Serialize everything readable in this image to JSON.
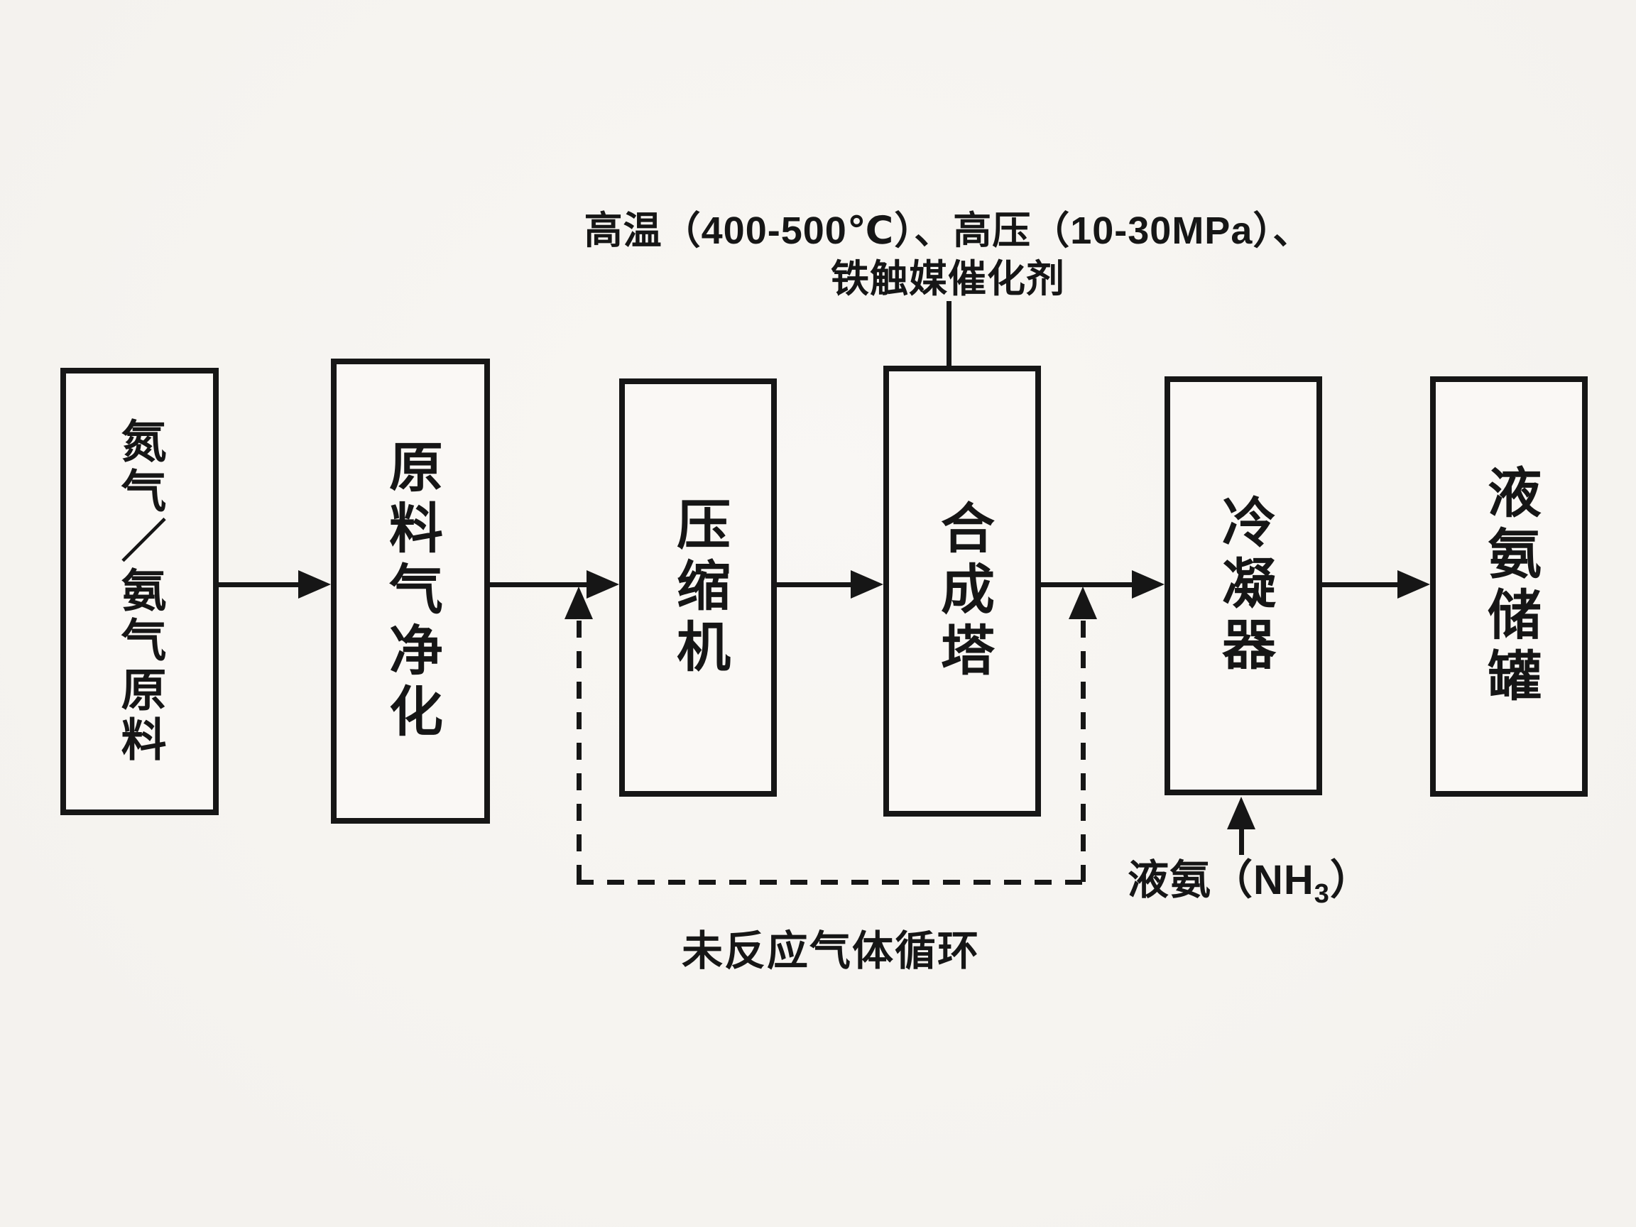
{
  "diagram": {
    "colors": {
      "ink": "#161616",
      "background": "#f6f4f0"
    },
    "boxes": [
      {
        "id": "feedstock",
        "label": "氮气／氨气原料"
      },
      {
        "id": "purification",
        "label": "原料气净化"
      },
      {
        "id": "compressor",
        "label": "压缩机"
      },
      {
        "id": "synthesis-tower",
        "label": "合成塔"
      },
      {
        "id": "condenser",
        "label": "冷凝器"
      },
      {
        "id": "storage-tank",
        "label": "液氨储罐"
      }
    ],
    "annotation": {
      "line1": "高温（400-500℃）、高压（10-30MPa）、",
      "line2": "铁触媒催化剂"
    },
    "recycle_label": "未反应气体循环",
    "ammonia_label": {
      "prefix": "液氨（NH",
      "subscript": "3",
      "suffix": "）"
    }
  }
}
